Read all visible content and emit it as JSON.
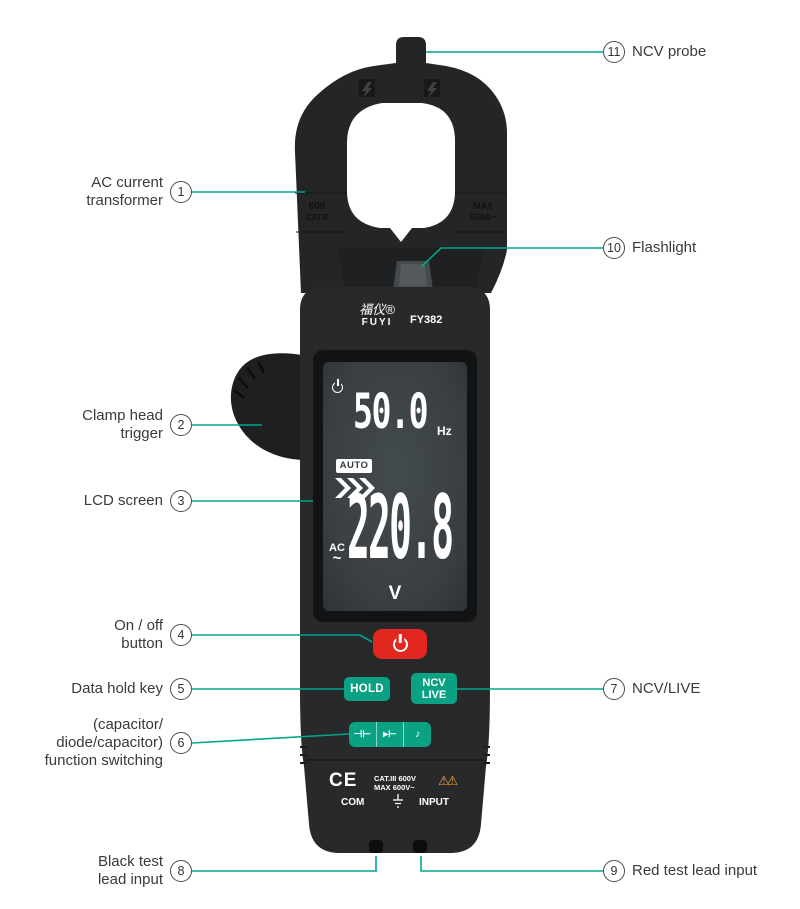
{
  "colors": {
    "accent": "#00A68C",
    "button_green": "#0BA183",
    "power_red": "#E2271E",
    "warning_orange": "#F0A43C",
    "device_body": "#27292B",
    "screen_bg": "#383E41"
  },
  "device": {
    "brand_cn": "福仪®",
    "brand_en": "FUYI",
    "model": "FY382",
    "clamp": {
      "left_line1": "600",
      "left_line2": "CATIII",
      "right_line1": "MAX",
      "right_line2": "600A~"
    },
    "display": {
      "freq_value": "50.0",
      "freq_unit": "Hz",
      "auto_badge": "AUTO",
      "mode": "AC",
      "mode_wave": "~",
      "main_value": "220.8",
      "main_unit": "V"
    },
    "buttons": {
      "hold": "HOLD",
      "ncv_line1": "NCV",
      "ncv_line2": "LIVE",
      "func_symbols": [
        "⊣⊢",
        "▸⊢",
        "♪"
      ]
    },
    "panel": {
      "ce": "CE",
      "rating": "CAT.III 600V\nMAX 600V~",
      "warning": "⚠⚠",
      "com": "COM",
      "input": "INPUT"
    }
  },
  "callouts": [
    {
      "num": "1",
      "label": "AC current\ntransformer"
    },
    {
      "num": "2",
      "label": "Clamp head\ntrigger"
    },
    {
      "num": "3",
      "label": "LCD screen"
    },
    {
      "num": "4",
      "label": "On / off\nbutton"
    },
    {
      "num": "5",
      "label": "Data hold key"
    },
    {
      "num": "6",
      "label": "(capacitor/\ndiode/capacitor)\nfunction switching"
    },
    {
      "num": "7",
      "label": "NCV/LIVE"
    },
    {
      "num": "8",
      "label": "Black test\nlead input"
    },
    {
      "num": "9",
      "label": "Red test lead input"
    },
    {
      "num": "10",
      "label": "Flashlight"
    },
    {
      "num": "11",
      "label": "NCV probe"
    }
  ]
}
